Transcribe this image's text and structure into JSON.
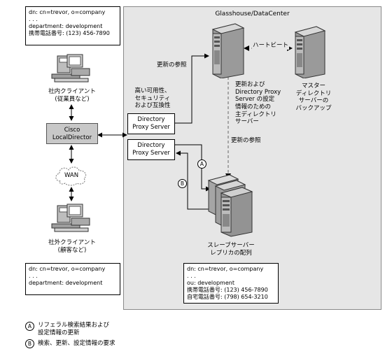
{
  "datacenter": {
    "title": "Glasshouse/DataCenter"
  },
  "info_top": {
    "lines": [
      "dn: cn=trevor, o=company",
      ". . .",
      "department: development",
      "携帯電話番号: (123) 456-7890"
    ]
  },
  "info_bottom_left": {
    "lines": [
      "dn: cn=trevor, o=company",
      ". . .",
      "department: development"
    ]
  },
  "info_bottom_right": {
    "lines": [
      "dn: cn=trevor, o=company",
      ". . .",
      "ou: development",
      "携帯電話番号: (123) 456-7890",
      "自宅電話番号: (798) 654-3210"
    ]
  },
  "internal_client": {
    "line1": "社内クライアント",
    "line2": "(従業員など)"
  },
  "external_client": {
    "line1": "社外クライアント",
    "line2": "(顧客など)"
  },
  "cisco": {
    "line1": "Cisco",
    "line2": "LocalDirector"
  },
  "wan": {
    "label": "WAN"
  },
  "proxy1": {
    "line1": "Directory",
    "line2": "Proxy Server"
  },
  "proxy2": {
    "line1": "Directory",
    "line2": "Proxy Server"
  },
  "availability": {
    "line1": "高い可用性、",
    "line2": "セキュリティ",
    "line3": "および互換性"
  },
  "update_ref_top": {
    "label": "更新の参照"
  },
  "update_ref_mid": {
    "label": "更新の参照"
  },
  "heartbeat": {
    "label": "ハートビート"
  },
  "master_desc": {
    "line1": "更新および",
    "line2": "Directory Proxy",
    "line3": "Server の設定",
    "line4": "情報のための",
    "line5": "主ディレクトリ",
    "line6": "サーバー"
  },
  "backup": {
    "line1": "マスター",
    "line2": "ディレクトリ",
    "line3": "サーバーの",
    "line4": "バックアップ"
  },
  "slave": {
    "line1": "スレーブサーバー",
    "line2": "レプリカの配列"
  },
  "marker_a": "A",
  "marker_b": "B",
  "legend": {
    "a_marker": "A",
    "a_line1": "リフェラル検索結果および",
    "a_line2": "設定情報の更新",
    "b_marker": "B",
    "b_line1": "検索、更新、設定情報の要求"
  }
}
